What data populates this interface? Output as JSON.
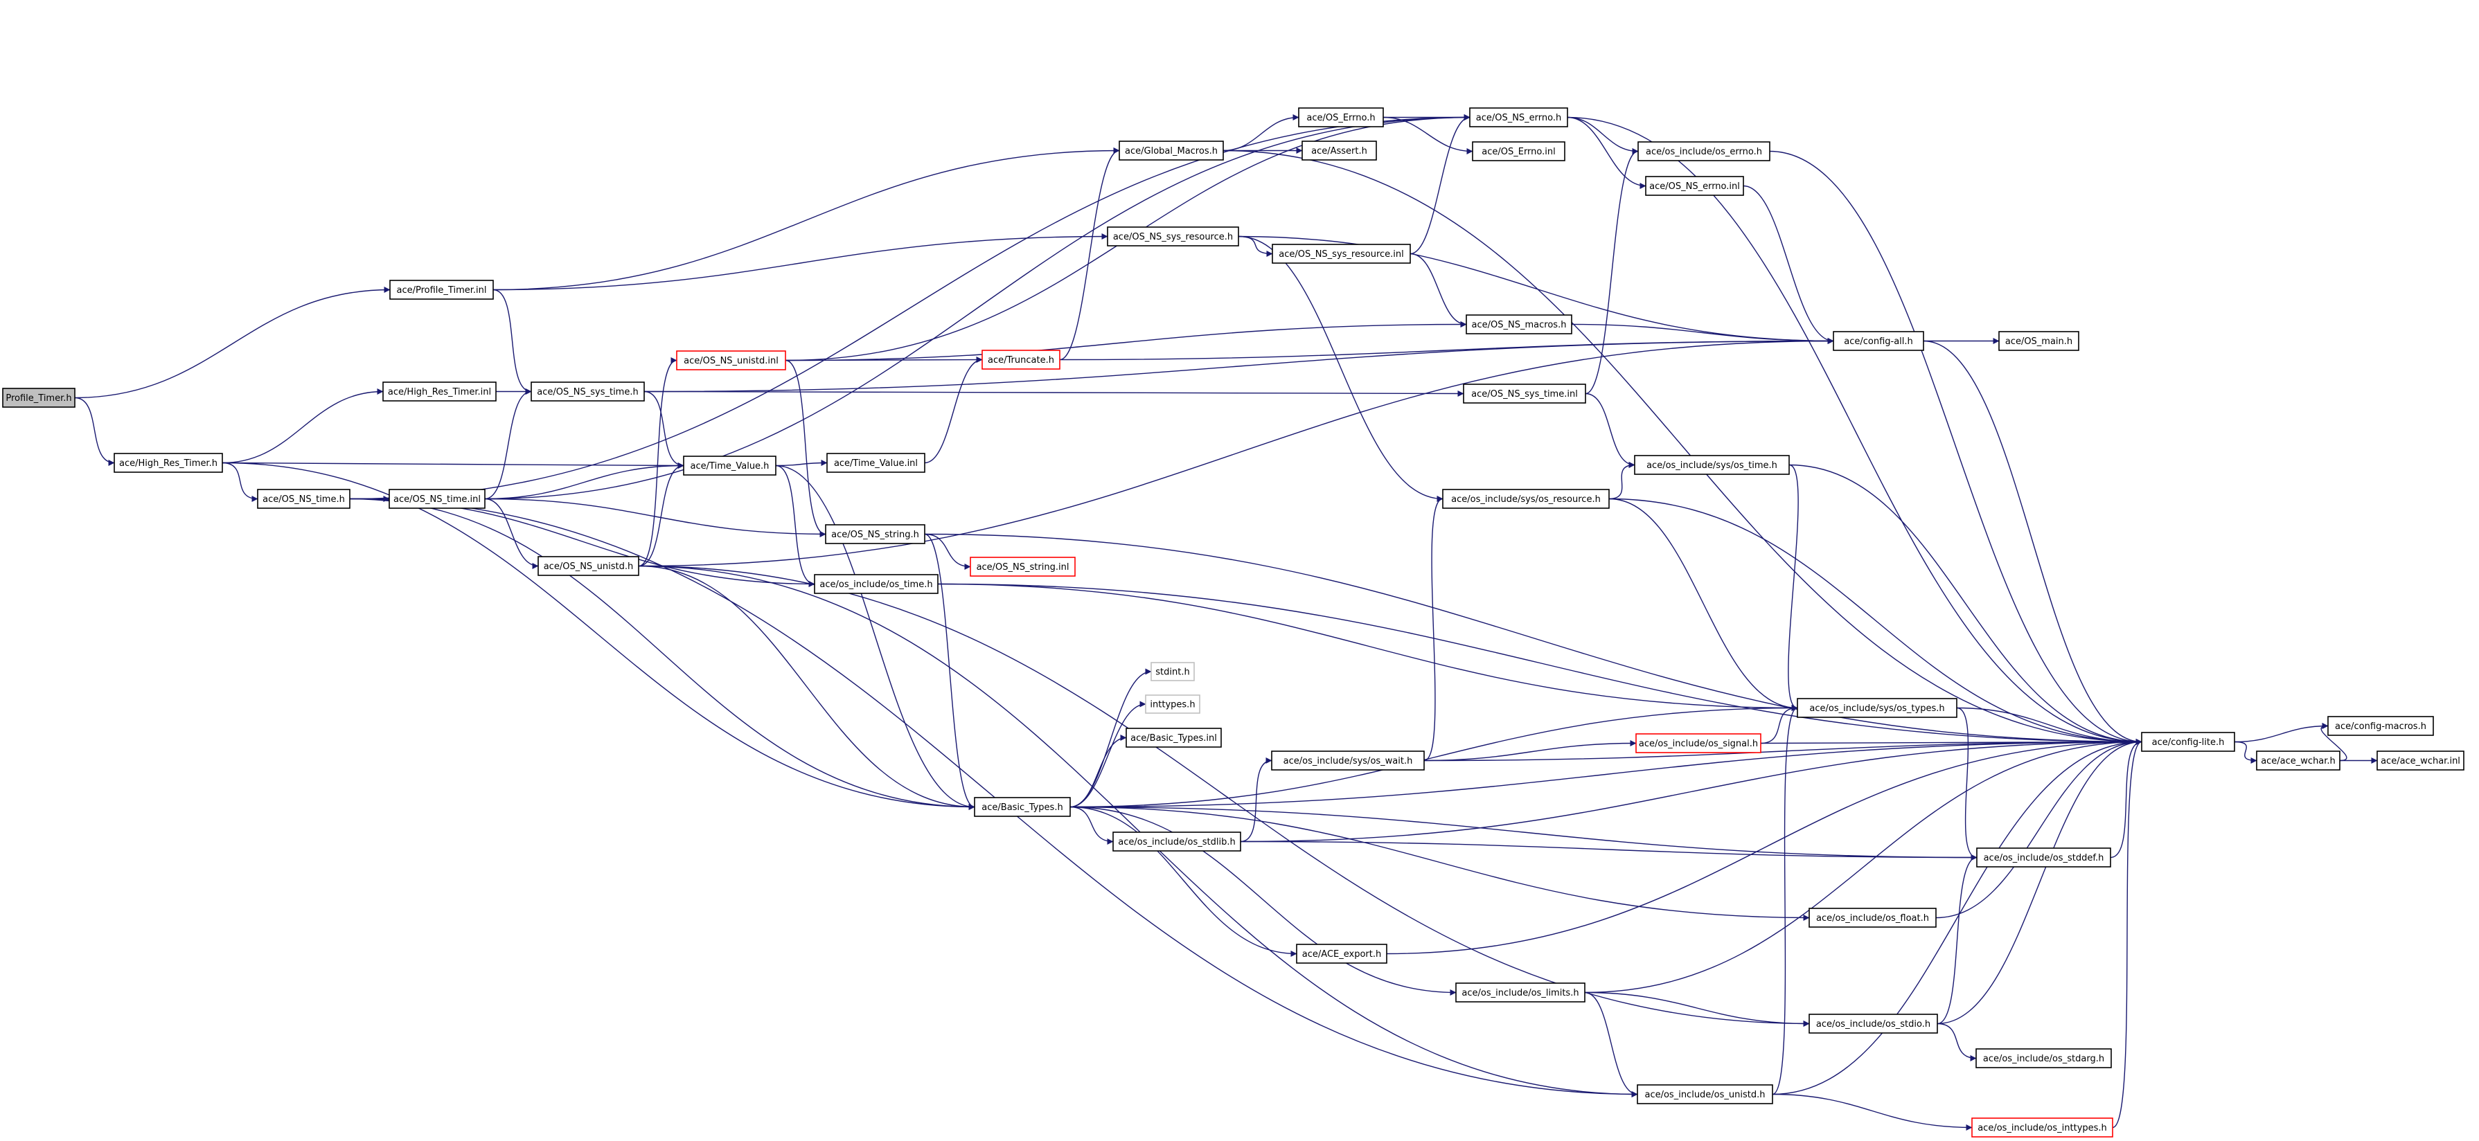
{
  "graph_title": "",
  "colors": {
    "edge": "#191970",
    "border": "#000000",
    "truncated_border": "#ff0000",
    "leaf_border": "#bfbfbf",
    "root_fill": "#bfbfbf",
    "node_fill": "#ffffff",
    "text": "#000000"
  },
  "nodes": [
    {
      "id": "profile_timer_h",
      "label": "Profile_Timer.h",
      "kind": "root"
    },
    {
      "id": "profile_timer_inl",
      "label": "ace/Profile_Timer.inl",
      "kind": "normal"
    },
    {
      "id": "high_res_timer_h",
      "label": "ace/High_Res_Timer.h",
      "kind": "normal"
    },
    {
      "id": "high_res_timer_inl",
      "label": "ace/High_Res_Timer.inl",
      "kind": "normal"
    },
    {
      "id": "os_ns_time_h",
      "label": "ace/OS_NS_time.h",
      "kind": "normal"
    },
    {
      "id": "os_ns_time_inl",
      "label": "ace/OS_NS_time.inl",
      "kind": "normal"
    },
    {
      "id": "os_ns_sys_time_h",
      "label": "ace/OS_NS_sys_time.h",
      "kind": "normal"
    },
    {
      "id": "os_ns_unistd_h",
      "label": "ace/OS_NS_unistd.h",
      "kind": "normal"
    },
    {
      "id": "time_value_h",
      "label": "ace/Time_Value.h",
      "kind": "normal"
    },
    {
      "id": "os_ns_unistd_inl",
      "label": "ace/OS_NS_unistd.inl",
      "kind": "truncated"
    },
    {
      "id": "time_value_inl",
      "label": "ace/Time_Value.inl",
      "kind": "normal"
    },
    {
      "id": "os_ns_string_h",
      "label": "ace/OS_NS_string.h",
      "kind": "normal"
    },
    {
      "id": "os_include_os_time_h",
      "label": "ace/os_include/os_time.h",
      "kind": "normal"
    },
    {
      "id": "os_ns_string_inl",
      "label": "ace/OS_NS_string.inl",
      "kind": "truncated"
    },
    {
      "id": "truncate_h",
      "label": "ace/Truncate.h",
      "kind": "truncated"
    },
    {
      "id": "global_macros_h",
      "label": "ace/Global_Macros.h",
      "kind": "normal"
    },
    {
      "id": "os_errno_h",
      "label": "ace/OS_Errno.h",
      "kind": "normal"
    },
    {
      "id": "assert_h",
      "label": "ace/Assert.h",
      "kind": "normal"
    },
    {
      "id": "os_ns_errno_h",
      "label": "ace/OS_NS_errno.h",
      "kind": "normal"
    },
    {
      "id": "os_errno_inl",
      "label": "ace/OS_Errno.inl",
      "kind": "normal"
    },
    {
      "id": "os_include_os_errno_h",
      "label": "ace/os_include/os_errno.h",
      "kind": "normal"
    },
    {
      "id": "os_ns_errno_inl",
      "label": "ace/OS_NS_errno.inl",
      "kind": "normal"
    },
    {
      "id": "os_ns_sys_resource_h",
      "label": "ace/OS_NS_sys_resource.h",
      "kind": "normal"
    },
    {
      "id": "os_ns_sys_resource_inl",
      "label": "ace/OS_NS_sys_resource.inl",
      "kind": "normal"
    },
    {
      "id": "os_ns_macros_h",
      "label": "ace/OS_NS_macros.h",
      "kind": "normal"
    },
    {
      "id": "config_all_h",
      "label": "ace/config-all.h",
      "kind": "normal"
    },
    {
      "id": "os_main_h",
      "label": "ace/OS_main.h",
      "kind": "normal"
    },
    {
      "id": "os_ns_sys_time_inl",
      "label": "ace/OS_NS_sys_time.inl",
      "kind": "normal"
    },
    {
      "id": "sys_os_time_h",
      "label": "ace/os_include/sys/os_time.h",
      "kind": "normal"
    },
    {
      "id": "sys_os_resource_h",
      "label": "ace/os_include/sys/os_resource.h",
      "kind": "normal"
    },
    {
      "id": "stdint_h",
      "label": "stdint.h",
      "kind": "leaf"
    },
    {
      "id": "inttypes_h",
      "label": "inttypes.h",
      "kind": "leaf"
    },
    {
      "id": "basic_types_inl",
      "label": "ace/Basic_Types.inl",
      "kind": "normal"
    },
    {
      "id": "basic_types_h",
      "label": "ace/Basic_Types.h",
      "kind": "normal"
    },
    {
      "id": "sys_os_types_h",
      "label": "ace/os_include/sys/os_types.h",
      "kind": "normal"
    },
    {
      "id": "sys_os_wait_h",
      "label": "ace/os_include/sys/os_wait.h",
      "kind": "normal"
    },
    {
      "id": "os_signal_h",
      "label": "ace/os_include/os_signal.h",
      "kind": "truncated"
    },
    {
      "id": "config_lite_h",
      "label": "ace/config-lite.h",
      "kind": "normal"
    },
    {
      "id": "config_macros_h",
      "label": "ace/config-macros.h",
      "kind": "normal"
    },
    {
      "id": "ace_wchar_h",
      "label": "ace/ace_wchar.h",
      "kind": "normal"
    },
    {
      "id": "ace_wchar_inl",
      "label": "ace/ace_wchar.inl",
      "kind": "normal"
    },
    {
      "id": "os_stdlib_h",
      "label": "ace/os_include/os_stdlib.h",
      "kind": "normal"
    },
    {
      "id": "os_stddef_h",
      "label": "ace/os_include/os_stddef.h",
      "kind": "normal"
    },
    {
      "id": "os_float_h",
      "label": "ace/os_include/os_float.h",
      "kind": "normal"
    },
    {
      "id": "ace_export_h",
      "label": "ace/ACE_export.h",
      "kind": "normal"
    },
    {
      "id": "os_limits_h",
      "label": "ace/os_include/os_limits.h",
      "kind": "normal"
    },
    {
      "id": "os_stdio_h",
      "label": "ace/os_include/os_stdio.h",
      "kind": "normal"
    },
    {
      "id": "os_stdarg_h",
      "label": "ace/os_include/os_stdarg.h",
      "kind": "normal"
    },
    {
      "id": "os_unistd_h",
      "label": "ace/os_include/os_unistd.h",
      "kind": "normal"
    },
    {
      "id": "os_inttypes_h",
      "label": "ace/os_include/os_inttypes.h",
      "kind": "truncated"
    }
  ],
  "edges": [
    [
      "profile_timer_h",
      "profile_timer_inl"
    ],
    [
      "profile_timer_h",
      "high_res_timer_h"
    ],
    [
      "profile_timer_inl",
      "global_macros_h"
    ],
    [
      "profile_timer_inl",
      "os_ns_sys_resource_h"
    ],
    [
      "profile_timer_inl",
      "os_ns_sys_time_h"
    ],
    [
      "high_res_timer_h",
      "high_res_timer_inl"
    ],
    [
      "high_res_timer_h",
      "os_ns_time_h"
    ],
    [
      "high_res_timer_h",
      "time_value_h"
    ],
    [
      "high_res_timer_h",
      "basic_types_h"
    ],
    [
      "high_res_timer_inl",
      "os_ns_sys_time_h"
    ],
    [
      "os_ns_time_h",
      "os_ns_time_inl"
    ],
    [
      "os_ns_time_h",
      "os_ns_errno_h"
    ],
    [
      "os_ns_time_h",
      "basic_types_h"
    ],
    [
      "os_ns_time_h",
      "os_include_os_time_h"
    ],
    [
      "os_ns_time_h",
      "os_unistd_h"
    ],
    [
      "os_ns_time_inl",
      "os_ns_sys_time_h"
    ],
    [
      "os_ns_time_inl",
      "time_value_h"
    ],
    [
      "os_ns_time_inl",
      "os_ns_unistd_h"
    ],
    [
      "os_ns_time_inl",
      "os_ns_string_h"
    ],
    [
      "os_ns_time_inl",
      "os_ns_errno_h"
    ],
    [
      "os_ns_sys_time_h",
      "os_ns_sys_time_inl"
    ],
    [
      "os_ns_sys_time_h",
      "time_value_h"
    ],
    [
      "os_ns_sys_time_h",
      "config_all_h"
    ],
    [
      "os_ns_unistd_h",
      "os_ns_unistd_inl"
    ],
    [
      "os_ns_unistd_h",
      "time_value_h"
    ],
    [
      "os_ns_unistd_h",
      "basic_types_h"
    ],
    [
      "os_ns_unistd_h",
      "os_stdio_h"
    ],
    [
      "os_ns_unistd_h",
      "os_unistd_h"
    ],
    [
      "os_ns_unistd_h",
      "config_all_h"
    ],
    [
      "time_value_h",
      "time_value_inl"
    ],
    [
      "time_value_h",
      "os_include_os_time_h"
    ],
    [
      "time_value_h",
      "basic_types_h"
    ],
    [
      "os_ns_unistd_inl",
      "truncate_h"
    ],
    [
      "os_ns_unistd_inl",
      "os_ns_macros_h"
    ],
    [
      "os_ns_unistd_inl",
      "os_ns_string_h"
    ],
    [
      "os_ns_unistd_inl",
      "os_ns_errno_h"
    ],
    [
      "time_value_inl",
      "truncate_h"
    ],
    [
      "os_ns_string_h",
      "os_ns_string_inl"
    ],
    [
      "os_ns_string_h",
      "basic_types_h"
    ],
    [
      "os_ns_string_h",
      "config_lite_h"
    ],
    [
      "os_include_os_time_h",
      "sys_os_types_h"
    ],
    [
      "os_include_os_time_h",
      "config_lite_h"
    ],
    [
      "truncate_h",
      "global_macros_h"
    ],
    [
      "truncate_h",
      "config_all_h"
    ],
    [
      "global_macros_h",
      "os_errno_h"
    ],
    [
      "global_macros_h",
      "assert_h"
    ],
    [
      "global_macros_h",
      "config_lite_h"
    ],
    [
      "os_errno_h",
      "os_ns_errno_h"
    ],
    [
      "os_errno_h",
      "os_errno_inl"
    ],
    [
      "os_ns_errno_h",
      "os_include_os_errno_h"
    ],
    [
      "os_ns_errno_h",
      "os_ns_errno_inl"
    ],
    [
      "os_ns_errno_h",
      "config_lite_h"
    ],
    [
      "os_ns_errno_inl",
      "config_all_h"
    ],
    [
      "os_include_os_errno_h",
      "config_lite_h"
    ],
    [
      "os_ns_sys_resource_h",
      "os_ns_sys_resource_inl"
    ],
    [
      "os_ns_sys_resource_h",
      "config_all_h"
    ],
    [
      "os_ns_sys_resource_h",
      "sys_os_resource_h"
    ],
    [
      "os_ns_sys_resource_inl",
      "os_ns_errno_h"
    ],
    [
      "os_ns_sys_resource_inl",
      "os_ns_macros_h"
    ],
    [
      "os_ns_macros_h",
      "config_all_h"
    ],
    [
      "config_all_h",
      "os_main_h"
    ],
    [
      "config_all_h",
      "config_lite_h"
    ],
    [
      "os_ns_sys_time_inl",
      "os_include_os_errno_h"
    ],
    [
      "os_ns_sys_time_inl",
      "sys_os_time_h"
    ],
    [
      "sys_os_time_h",
      "sys_os_types_h"
    ],
    [
      "sys_os_time_h",
      "config_lite_h"
    ],
    [
      "sys_os_resource_h",
      "sys_os_time_h"
    ],
    [
      "sys_os_resource_h",
      "sys_os_types_h"
    ],
    [
      "sys_os_resource_h",
      "config_lite_h"
    ],
    [
      "basic_types_h",
      "stdint_h"
    ],
    [
      "basic_types_h",
      "inttypes_h"
    ],
    [
      "basic_types_h",
      "basic_types_inl"
    ],
    [
      "basic_types_h",
      "os_stdlib_h"
    ],
    [
      "basic_types_h",
      "sys_os_types_h"
    ],
    [
      "basic_types_h",
      "config_lite_h"
    ],
    [
      "basic_types_h",
      "os_stddef_h"
    ],
    [
      "basic_types_h",
      "os_float_h"
    ],
    [
      "basic_types_h",
      "ace_export_h"
    ],
    [
      "basic_types_h",
      "os_limits_h"
    ],
    [
      "sys_os_types_h",
      "config_lite_h"
    ],
    [
      "sys_os_types_h",
      "os_stddef_h"
    ],
    [
      "sys_os_wait_h",
      "os_signal_h"
    ],
    [
      "sys_os_wait_h",
      "config_lite_h"
    ],
    [
      "sys_os_wait_h",
      "sys_os_resource_h"
    ],
    [
      "os_signal_h",
      "sys_os_types_h"
    ],
    [
      "os_signal_h",
      "config_lite_h"
    ],
    [
      "os_stdlib_h",
      "sys_os_wait_h"
    ],
    [
      "os_stdlib_h",
      "os_stddef_h"
    ],
    [
      "os_stdlib_h",
      "config_lite_h"
    ],
    [
      "os_stddef_h",
      "config_lite_h"
    ],
    [
      "os_float_h",
      "config_lite_h"
    ],
    [
      "ace_export_h",
      "config_lite_h"
    ],
    [
      "os_limits_h",
      "os_stdio_h"
    ],
    [
      "os_limits_h",
      "os_unistd_h"
    ],
    [
      "os_limits_h",
      "config_lite_h"
    ],
    [
      "os_stdio_h",
      "os_stddef_h"
    ],
    [
      "os_stdio_h",
      "os_stdarg_h"
    ],
    [
      "os_stdio_h",
      "config_lite_h"
    ],
    [
      "os_unistd_h",
      "sys_os_types_h"
    ],
    [
      "os_unistd_h",
      "os_inttypes_h"
    ],
    [
      "os_unistd_h",
      "config_lite_h"
    ],
    [
      "os_inttypes_h",
      "config_lite_h"
    ],
    [
      "config_lite_h",
      "config_macros_h"
    ],
    [
      "config_lite_h",
      "ace_wchar_h"
    ],
    [
      "ace_wchar_h",
      "config_macros_h"
    ],
    [
      "ace_wchar_h",
      "ace_wchar_inl"
    ]
  ]
}
